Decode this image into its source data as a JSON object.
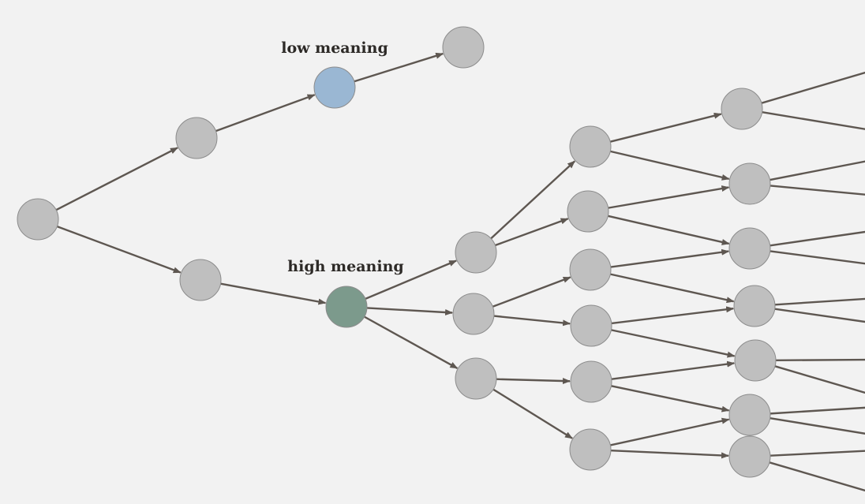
{
  "labels": {
    "low": "low meaning",
    "high": "high meaning"
  },
  "colors": {
    "background": "#f2f2f2",
    "node_default": "#bfbfbf",
    "node_low": "#9ab7d3",
    "node_high": "#7c9a8c",
    "edge": "#5e5751"
  },
  "graph": {
    "nodes": [
      {
        "id": "root",
        "kind": "default"
      },
      {
        "id": "a1",
        "kind": "default"
      },
      {
        "id": "low",
        "kind": "low"
      },
      {
        "id": "a3",
        "kind": "default"
      },
      {
        "id": "b1",
        "kind": "default"
      },
      {
        "id": "high",
        "kind": "high"
      },
      {
        "id": "c1",
        "kind": "default"
      },
      {
        "id": "c2",
        "kind": "default"
      },
      {
        "id": "c3",
        "kind": "default"
      },
      {
        "id": "d1",
        "kind": "default"
      },
      {
        "id": "d2",
        "kind": "default"
      },
      {
        "id": "d3",
        "kind": "default"
      },
      {
        "id": "d4",
        "kind": "default"
      },
      {
        "id": "d5",
        "kind": "default"
      },
      {
        "id": "d6",
        "kind": "default"
      },
      {
        "id": "e1",
        "kind": "default"
      },
      {
        "id": "e2",
        "kind": "default"
      },
      {
        "id": "e3",
        "kind": "default"
      },
      {
        "id": "e4",
        "kind": "default"
      },
      {
        "id": "e5",
        "kind": "default"
      },
      {
        "id": "e6",
        "kind": "default"
      },
      {
        "id": "e7",
        "kind": "default"
      }
    ],
    "edges": [
      [
        "root",
        "a1"
      ],
      [
        "a1",
        "low"
      ],
      [
        "low",
        "a3"
      ],
      [
        "root",
        "b1"
      ],
      [
        "b1",
        "high"
      ],
      [
        "high",
        "c1"
      ],
      [
        "high",
        "c2"
      ],
      [
        "high",
        "c3"
      ],
      [
        "c1",
        "d1"
      ],
      [
        "c1",
        "d2"
      ],
      [
        "c2",
        "d3"
      ],
      [
        "c2",
        "d4"
      ],
      [
        "c3",
        "d5"
      ],
      [
        "c3",
        "d6"
      ],
      [
        "d1",
        "e1"
      ],
      [
        "d1",
        "e2"
      ],
      [
        "d2",
        "e2"
      ],
      [
        "d2",
        "e3"
      ],
      [
        "d3",
        "e3"
      ],
      [
        "d3",
        "e4"
      ],
      [
        "d4",
        "e4"
      ],
      [
        "d4",
        "e5"
      ],
      [
        "d5",
        "e5"
      ],
      [
        "d5",
        "e6"
      ],
      [
        "d6",
        "e6"
      ],
      [
        "d6",
        "e7"
      ]
    ],
    "offscreen_edges": [
      [
        "e1",
        "o1"
      ],
      [
        "e1",
        "o2"
      ],
      [
        "e2",
        "o3"
      ],
      [
        "e2",
        "o4"
      ],
      [
        "e3",
        "o5"
      ],
      [
        "e3",
        "o6"
      ],
      [
        "e4",
        "o7"
      ],
      [
        "e4",
        "o8"
      ],
      [
        "e5",
        "o9"
      ],
      [
        "e5",
        "o10"
      ],
      [
        "e6",
        "o11"
      ],
      [
        "e6",
        "o12"
      ],
      [
        "e7",
        "o13"
      ],
      [
        "e7",
        "o14"
      ]
    ]
  }
}
